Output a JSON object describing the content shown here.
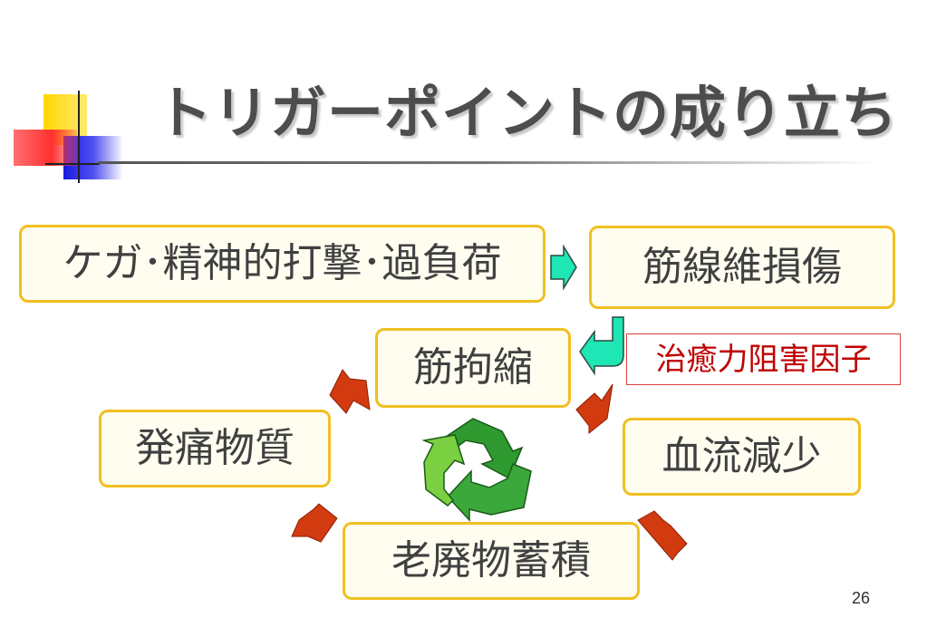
{
  "slide": {
    "title": "トリガーポイントの成り立ち",
    "page_number": "26"
  },
  "diagram": {
    "nodes": {
      "causes": "ケガ･精神的打撃･過負荷",
      "muscle_damage": "筋線維損傷",
      "contracture": "筋拘縮",
      "blood_flow": "血流減少",
      "waste": "老廃物蓄積",
      "pain_substance": "発痛物質"
    },
    "note": "治癒力阻害因子"
  },
  "colors": {
    "box_border": "#f0c020",
    "box_fill": "#fffdf0",
    "cycle_arrow": "#d23a10",
    "teal_arrow": "#1ee6b4",
    "note_text": "#c00000",
    "recycle_green": "#2f9a2f"
  }
}
